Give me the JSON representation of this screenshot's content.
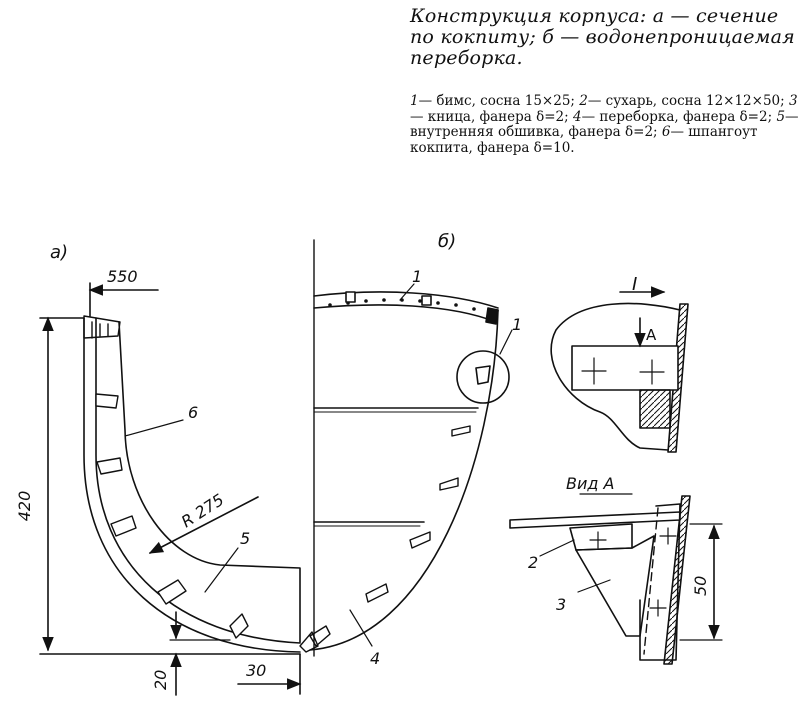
{
  "caption": {
    "line1": "Конструкция корпуса: а — сечение",
    "line2": "по кокпиту; б — водонепроницаемая",
    "line3": "переборка."
  },
  "legend": [
    {
      "num": "1",
      "text": "— бимс, сосна 15×25;"
    },
    {
      "num": "2",
      "text": "— сухарь, сосна 12×12×50;"
    },
    {
      "num": "3",
      "text": "— кница, фанера δ=2;"
    },
    {
      "num": "4",
      "text": "— переборка, фанера δ=2;"
    },
    {
      "num": "5",
      "text": "— внутренняя обшивка, фанера δ=2;"
    },
    {
      "num": "6",
      "text": "— шпангоут кокпита, фанера δ=10."
    }
  ],
  "figure_a": {
    "label": "а)",
    "dim_width": "550",
    "dim_height": "420",
    "dim_radius": "R 275",
    "dim_offset": "20",
    "dim_keel": "30",
    "part_5": "5",
    "part_6": "6"
  },
  "figure_b": {
    "label": "б)",
    "part_1_top": "1",
    "callout_1": "1",
    "part_4": "4"
  },
  "detail": {
    "label": "I",
    "arrow_label": "А",
    "view_label": "Вид А",
    "part_2": "2",
    "part_3": "3",
    "dim_50": "50"
  }
}
